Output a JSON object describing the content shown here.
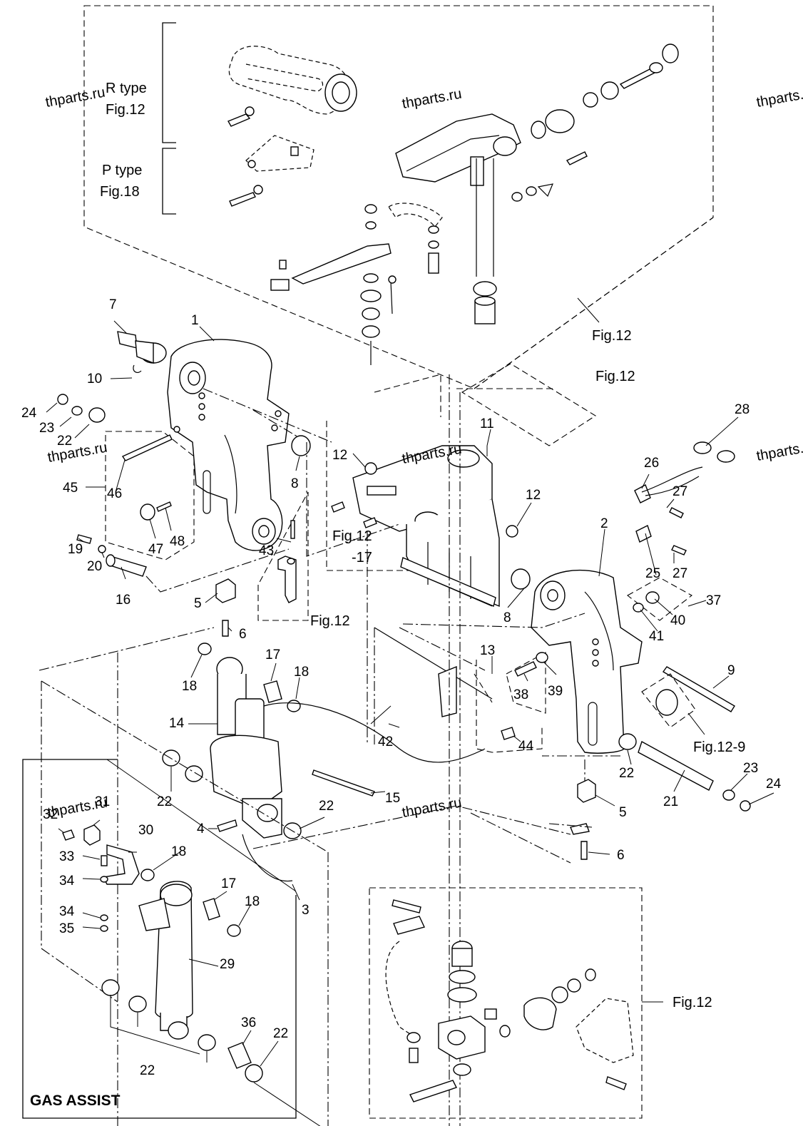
{
  "watermarks": [
    "thparts.ru",
    "thparts.ru",
    "thparts.ru",
    "thparts.ru",
    "thparts.ru",
    "thparts.ru",
    "thparts.ru",
    "thparts.ru"
  ],
  "type_labels": {
    "r_type": "R type",
    "r_fig": "Fig.12",
    "p_type": "P type",
    "p_fig": "Fig.18"
  },
  "fig_refs": {
    "fig12_top": "Fig.12",
    "fig12_box": "Fig.12",
    "fig12_17a": "Fig.12",
    "fig12_17b": "-17",
    "fig12_mid": "Fig.12",
    "fig12_9": "Fig.12-9",
    "fig12_bottom": "Fig.12"
  },
  "gas_assist": "GAS ASSIST",
  "callouts": {
    "c1": "1",
    "c2": "2",
    "c3": "3",
    "c4": "4",
    "c5a": "5",
    "c5b": "5",
    "c6a": "6",
    "c6b": "6",
    "c7": "7",
    "c8a": "8",
    "c8b": "8",
    "c9": "9",
    "c10": "10",
    "c11": "11",
    "c12a": "12",
    "c12b": "12",
    "c13": "13",
    "c14": "14",
    "c15": "15",
    "c16": "16",
    "c17a": "17",
    "c17b": "17",
    "c18a": "18",
    "c18b": "18",
    "c18c": "18",
    "c18d": "18",
    "c19": "19",
    "c20": "20",
    "c21": "21",
    "c22a": "22",
    "c22b": "22",
    "c22c": "22",
    "c22d": "22",
    "c22e": "22",
    "c22f": "22",
    "c23a": "23",
    "c23b": "23",
    "c24a": "24",
    "c24b": "24",
    "c25": "25",
    "c26": "26",
    "c27a": "27",
    "c27b": "27",
    "c28": "28",
    "c29": "29",
    "c30": "30",
    "c31": "31",
    "c32": "32",
    "c33": "33",
    "c34a": "34",
    "c34b": "34",
    "c35": "35",
    "c36": "36",
    "c37": "37",
    "c38": "38",
    "c39": "39",
    "c40": "40",
    "c41": "41",
    "c42": "42",
    "c43": "43",
    "c44": "44",
    "c45": "45",
    "c46": "46",
    "c47": "47",
    "c48": "48"
  }
}
